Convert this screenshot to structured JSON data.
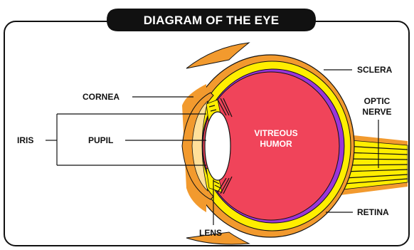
{
  "title": "DIAGRAM OF THE EYE",
  "labels": {
    "cornea": "CORNEA",
    "iris": "IRIS",
    "pupil": "PUPIL",
    "lens": "LENS",
    "vitreous_line1": "VITREOUS",
    "vitreous_line2": "HUMOR",
    "sclera": "SCLERA",
    "optic_line1": "OPTIC",
    "optic_line2": "NERVE",
    "retina": "RETINA"
  },
  "colors": {
    "sclera_outer": "#f29a2e",
    "yellow_layer": "#ffee00",
    "vitreous": "#f0445a",
    "retina_purple": "#9a35d9",
    "cornea_fill": "#ffe09a",
    "title_bg": "#111111",
    "frame": "#111111"
  }
}
